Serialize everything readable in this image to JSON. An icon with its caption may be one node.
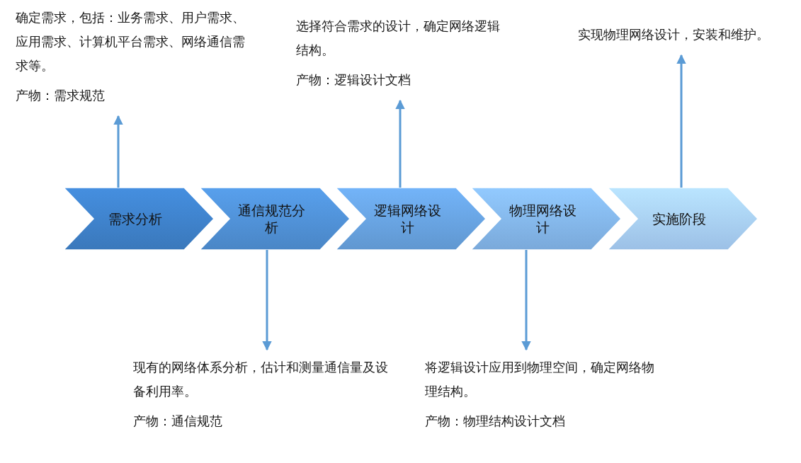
{
  "diagram": {
    "nodes": [
      {
        "text": [
          "确定需求，包括：业务需求、用户需求、应用需求、计算机平台需求、网络通信需求等。",
          "产物：需求规范"
        ]
      },
      {
        "text": [
          "选择符合需求的设计，确定网络逻辑结构。",
          "产物：逻辑设计文档"
        ]
      },
      {
        "text": [
          "实现物理网络设计，安装和维护。"
        ]
      },
      {
        "text": [
          "需求分析"
        ]
      },
      {
        "text": [
          "通信规范分析"
        ]
      },
      {
        "text": [
          "逻辑网络设计"
        ]
      },
      {
        "text": [
          "物理网络设计"
        ]
      },
      {
        "text": [
          "实施阶段"
        ]
      },
      {
        "text": [
          "现有的网络体系分析，估计和测量通信量及设备利用率。",
          "产物：通信规范"
        ]
      },
      {
        "text": [
          "将逻辑设计应用到物理空间，确定网络物理结构。",
          "产物：物理结构设计文档"
        ]
      }
    ],
    "edges": [
      {
        "from": 3,
        "to": 0,
        "arrow": "to"
      },
      {
        "from": 5,
        "to": 1,
        "arrow": "to"
      },
      {
        "from": 7,
        "to": 2,
        "arrow": "to"
      },
      {
        "from": 4,
        "to": 8,
        "arrow": "to"
      },
      {
        "from": 6,
        "to": 9,
        "arrow": "to"
      }
    ]
  }
}
